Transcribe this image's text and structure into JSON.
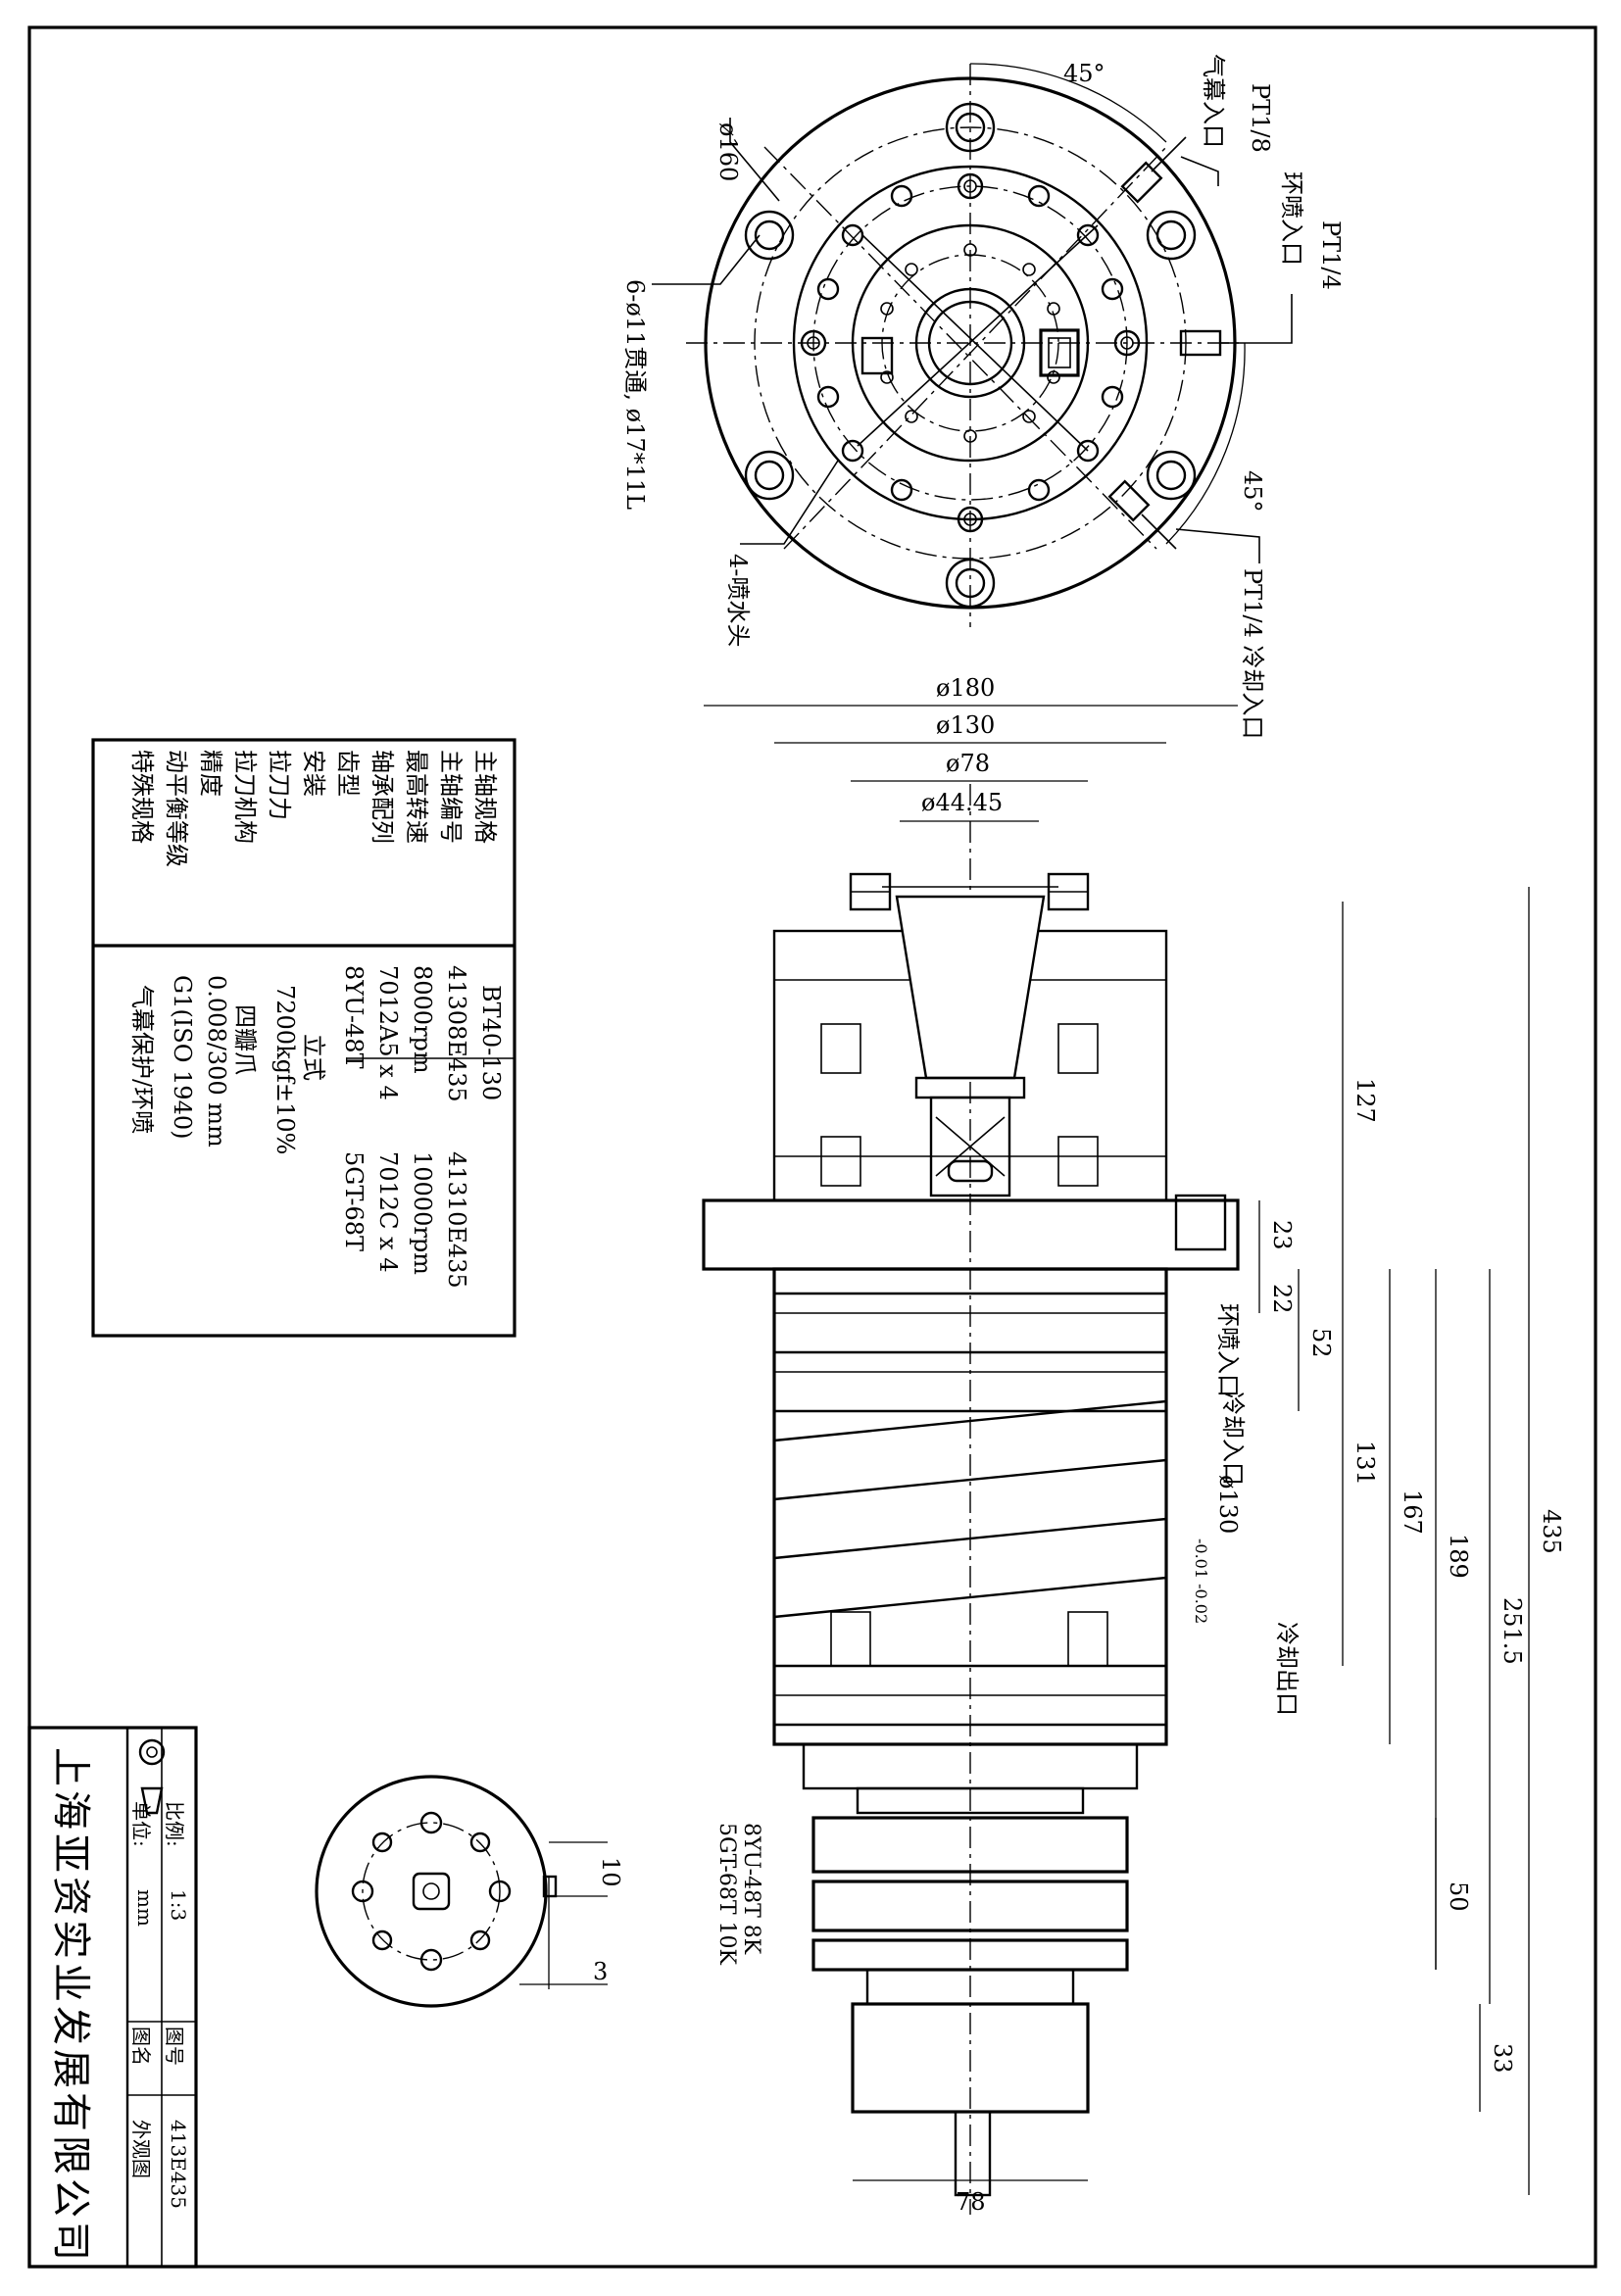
{
  "spec_table": {
    "rows": [
      {
        "label": "主轴规格",
        "value": "BT40-130"
      },
      {
        "label": "主轴编号",
        "value_a": "41308E435",
        "value_b": "41310E435"
      },
      {
        "label": "最高转速",
        "value_a": "8000rpm",
        "value_b": "10000rpm"
      },
      {
        "label": "轴承配列",
        "value_a": "7012A5 x 4",
        "value_b": "7012C x 4"
      },
      {
        "label": "齿型",
        "value_a": "8YU-48T",
        "value_b": "5GT-68T"
      },
      {
        "label": "安装",
        "value": "立式"
      },
      {
        "label": "拉刀力",
        "value": "7200kgf±10%"
      },
      {
        "label": "拉刀机构",
        "value": "四瓣爪"
      },
      {
        "label": "精度",
        "value": "0.008/300 mm"
      },
      {
        "label": "动平衡等级",
        "value": "G1(ISO 1940)"
      },
      {
        "label": "特殊规格",
        "value": "气幕保护/环喷"
      }
    ]
  },
  "title_block": {
    "company": "上海亚资实业发展有限公司",
    "scale_label": "比例:",
    "scale_value": "1:3",
    "unit_label": "单位:",
    "unit_value": "mm",
    "drawing_no_label": "图号",
    "drawing_no": "413E435",
    "drawing_name_label": "图名",
    "drawing_name": "外观图"
  },
  "top_view": {
    "dia_label": "ø160",
    "angle_top": "45°",
    "angle_bottom": "45°",
    "port_air": "PT1/8",
    "port_air_name": "气幕入口",
    "port_ring": "PT1/4",
    "port_ring_name": "环喷入口",
    "port_cool": "PT1/4 冷却入口",
    "holes_note": "6-ø11贯通, ø17*11L",
    "nozzle_note": "4-喷水头"
  },
  "side_view": {
    "d180": "ø180",
    "d130": "ø130",
    "d78": "ø78",
    "d4445": "ø44.45",
    "dim_127": "127",
    "dim_23": "23",
    "dim_22": "22",
    "dim_52": "52",
    "dim_131": "131",
    "dim_167": "167",
    "dim_189": "189",
    "dim_2515": "251.5",
    "dim_435": "435",
    "dim_50": "50",
    "dim_33": "33",
    "dim_78_bottom": "78",
    "label_ring_in": "环喷入口",
    "label_cool_in": "冷却入口",
    "label_d130": "ø130",
    "label_tol": "-0.01 -0.02",
    "label_cool_out": "冷却出口",
    "gear_1": "8YU-48T 8K",
    "gear_2": "5GT-68T 10K"
  },
  "end_view": {
    "dim_10": "10",
    "dim_3": "3"
  }
}
